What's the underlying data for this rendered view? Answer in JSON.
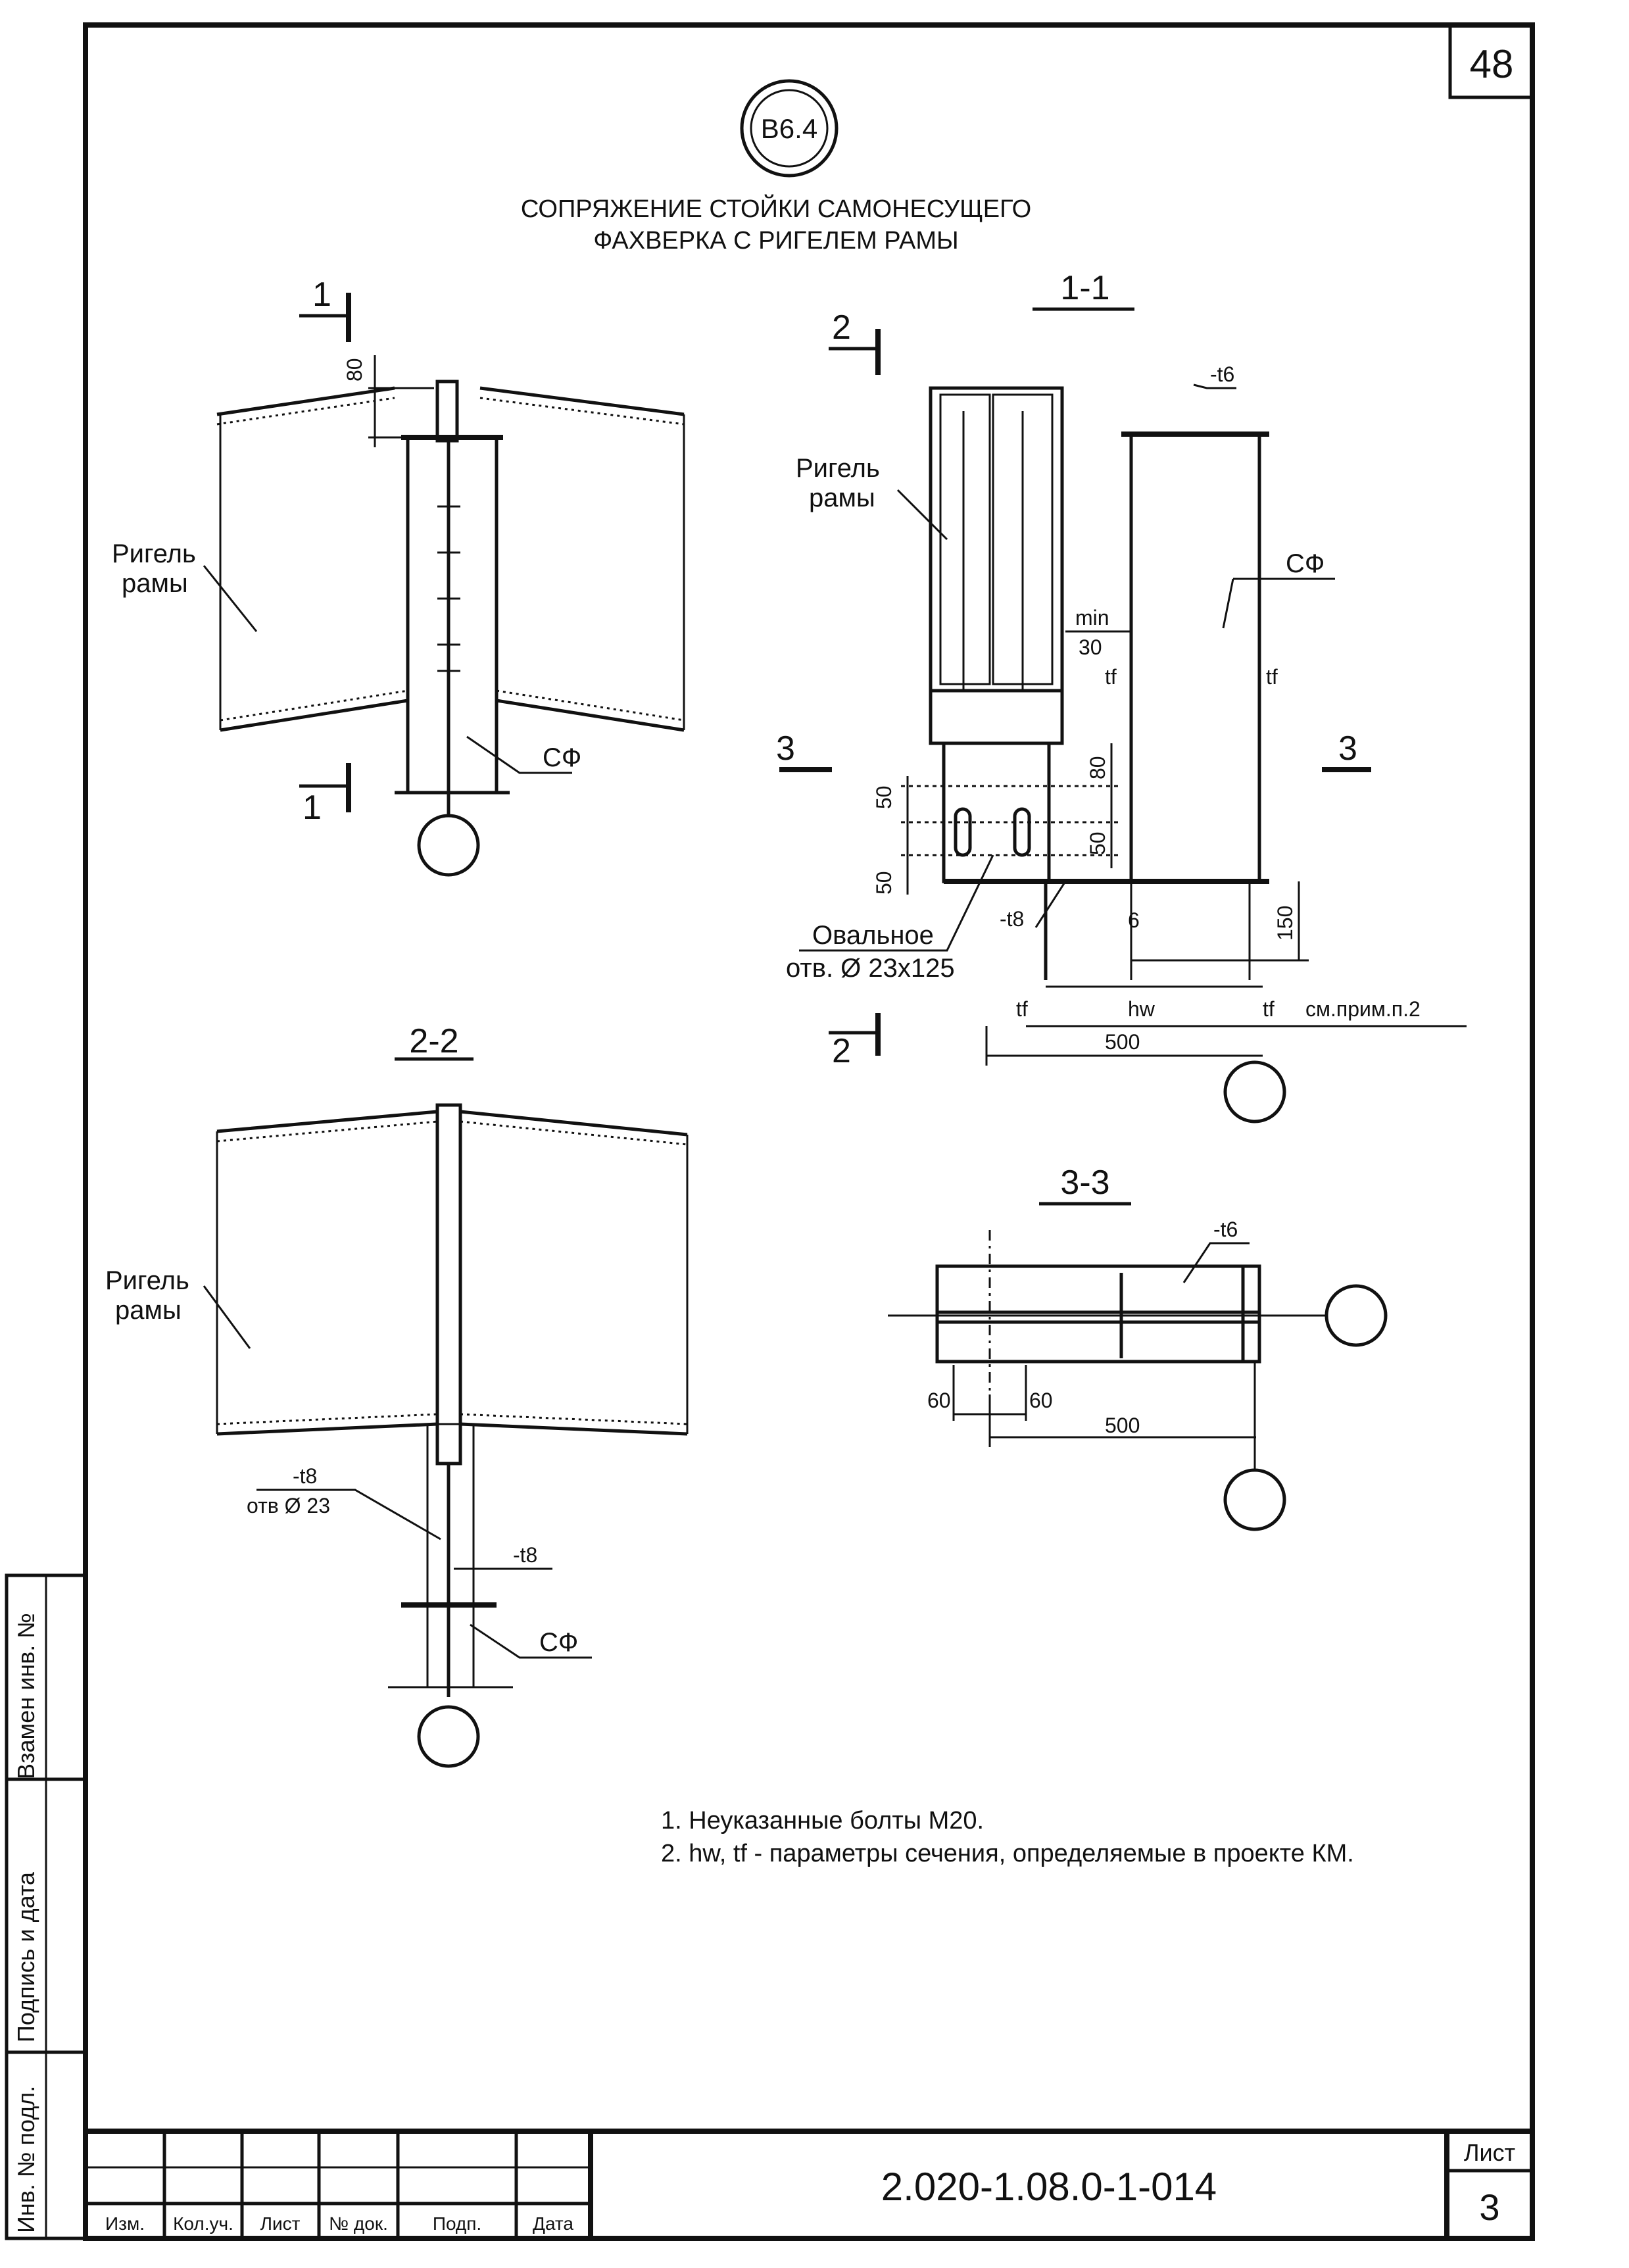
{
  "sheet": {
    "page_number": "48",
    "code_label": "В6.4",
    "title_line1": "СОПРЯЖЕНИЕ СТОЙКИ САМОНЕСУЩЕГО",
    "title_line2": "ФАХВЕРКА С  РИГЕЛЕМ РАМЫ"
  },
  "view_front": {
    "section_mark": "1",
    "dim_80": "80",
    "label_girder_1": "Ригель",
    "label_girder_2": "рамы",
    "label_column": "СФ"
  },
  "section_1_1": {
    "title": "1-1",
    "cut_mark_2": "2",
    "cut_mark_3": "3",
    "label_girder_1": "Ригель",
    "label_girder_2": "рамы",
    "label_column": "СФ",
    "plate_t6": "-t6",
    "plate_t8": "-t8",
    "min_label": "min",
    "dim_30": "30",
    "tf": "tf",
    "hw": "hw",
    "dim_50": "50",
    "dim_80": "80",
    "dim_6": "6",
    "dim_150": "150",
    "dim_500": "500",
    "oval_1": "Овальное",
    "oval_2": "отв. Ø 23х125",
    "see_note": "см.прим.п.2"
  },
  "section_2_2": {
    "title": "2-2",
    "label_girder_1": "Ригель",
    "label_girder_2": "рамы",
    "plate_t8_a": "-t8",
    "hole_d23": "отв Ø 23",
    "plate_t8_b": "-t8",
    "label_column": "СФ"
  },
  "section_3_3": {
    "title": "3-3",
    "plate_t6": "-t6",
    "dim_60a": "60",
    "dim_60b": "60",
    "dim_500": "500"
  },
  "notes": [
    "1. Неуказанные болты М20.",
    "2. hw, tf - параметры сечения, определяемые в проекте КМ."
  ],
  "side_stamp": {
    "field_1": "Взамен инв. №",
    "field_2": "Подпись и дата",
    "field_3": "Инв. № подл."
  },
  "title_block": {
    "col_izm": "Изм.",
    "col_kol": "Кол.уч.",
    "col_list": "Лист",
    "col_ndok": "№ док.",
    "col_podp": "Подп.",
    "col_data": "Дата",
    "document_code": "2.020-1.08.0-1-014",
    "sheet_label": "Лист",
    "sheet_number": "3"
  }
}
